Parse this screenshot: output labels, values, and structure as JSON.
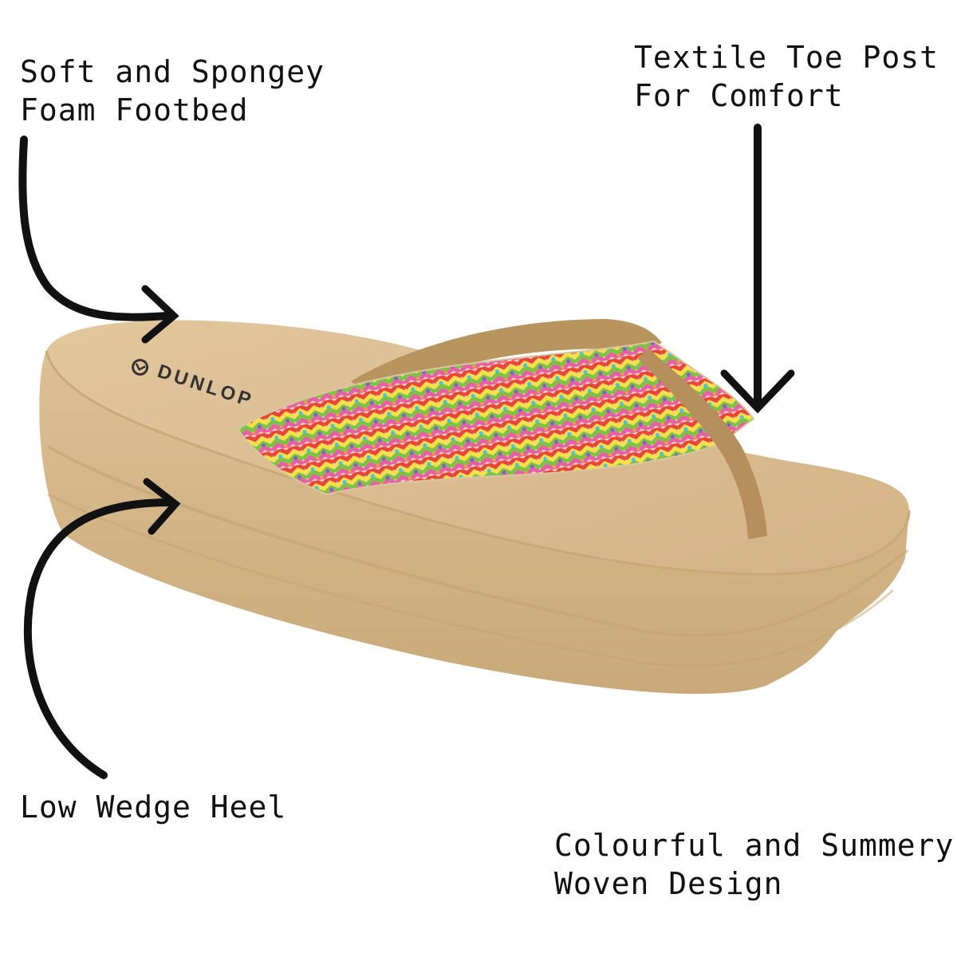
{
  "callouts": {
    "footbed": {
      "line1": "Soft and Spongey",
      "line2": "Foam Footbed"
    },
    "toe_post": {
      "line1": "Textile Toe Post",
      "line2": "For Comfort"
    },
    "heel": {
      "line1": "Low Wedge Heel"
    },
    "design": {
      "line1": "Colourful and Summery",
      "line2": "Woven Design"
    }
  },
  "product": {
    "brand_mark": "DUNLOP",
    "sole_color": "#d8b98e",
    "sole_side_color": "#ceb083",
    "strap_colors": [
      "#e8463c",
      "#f6a03a",
      "#f7e04a",
      "#7cc245",
      "#4fbfe0",
      "#8a5cc7",
      "#e85fa8",
      "#e8d8b8"
    ]
  },
  "colors": {
    "arrow": "#111111",
    "background": "#ffffff"
  }
}
